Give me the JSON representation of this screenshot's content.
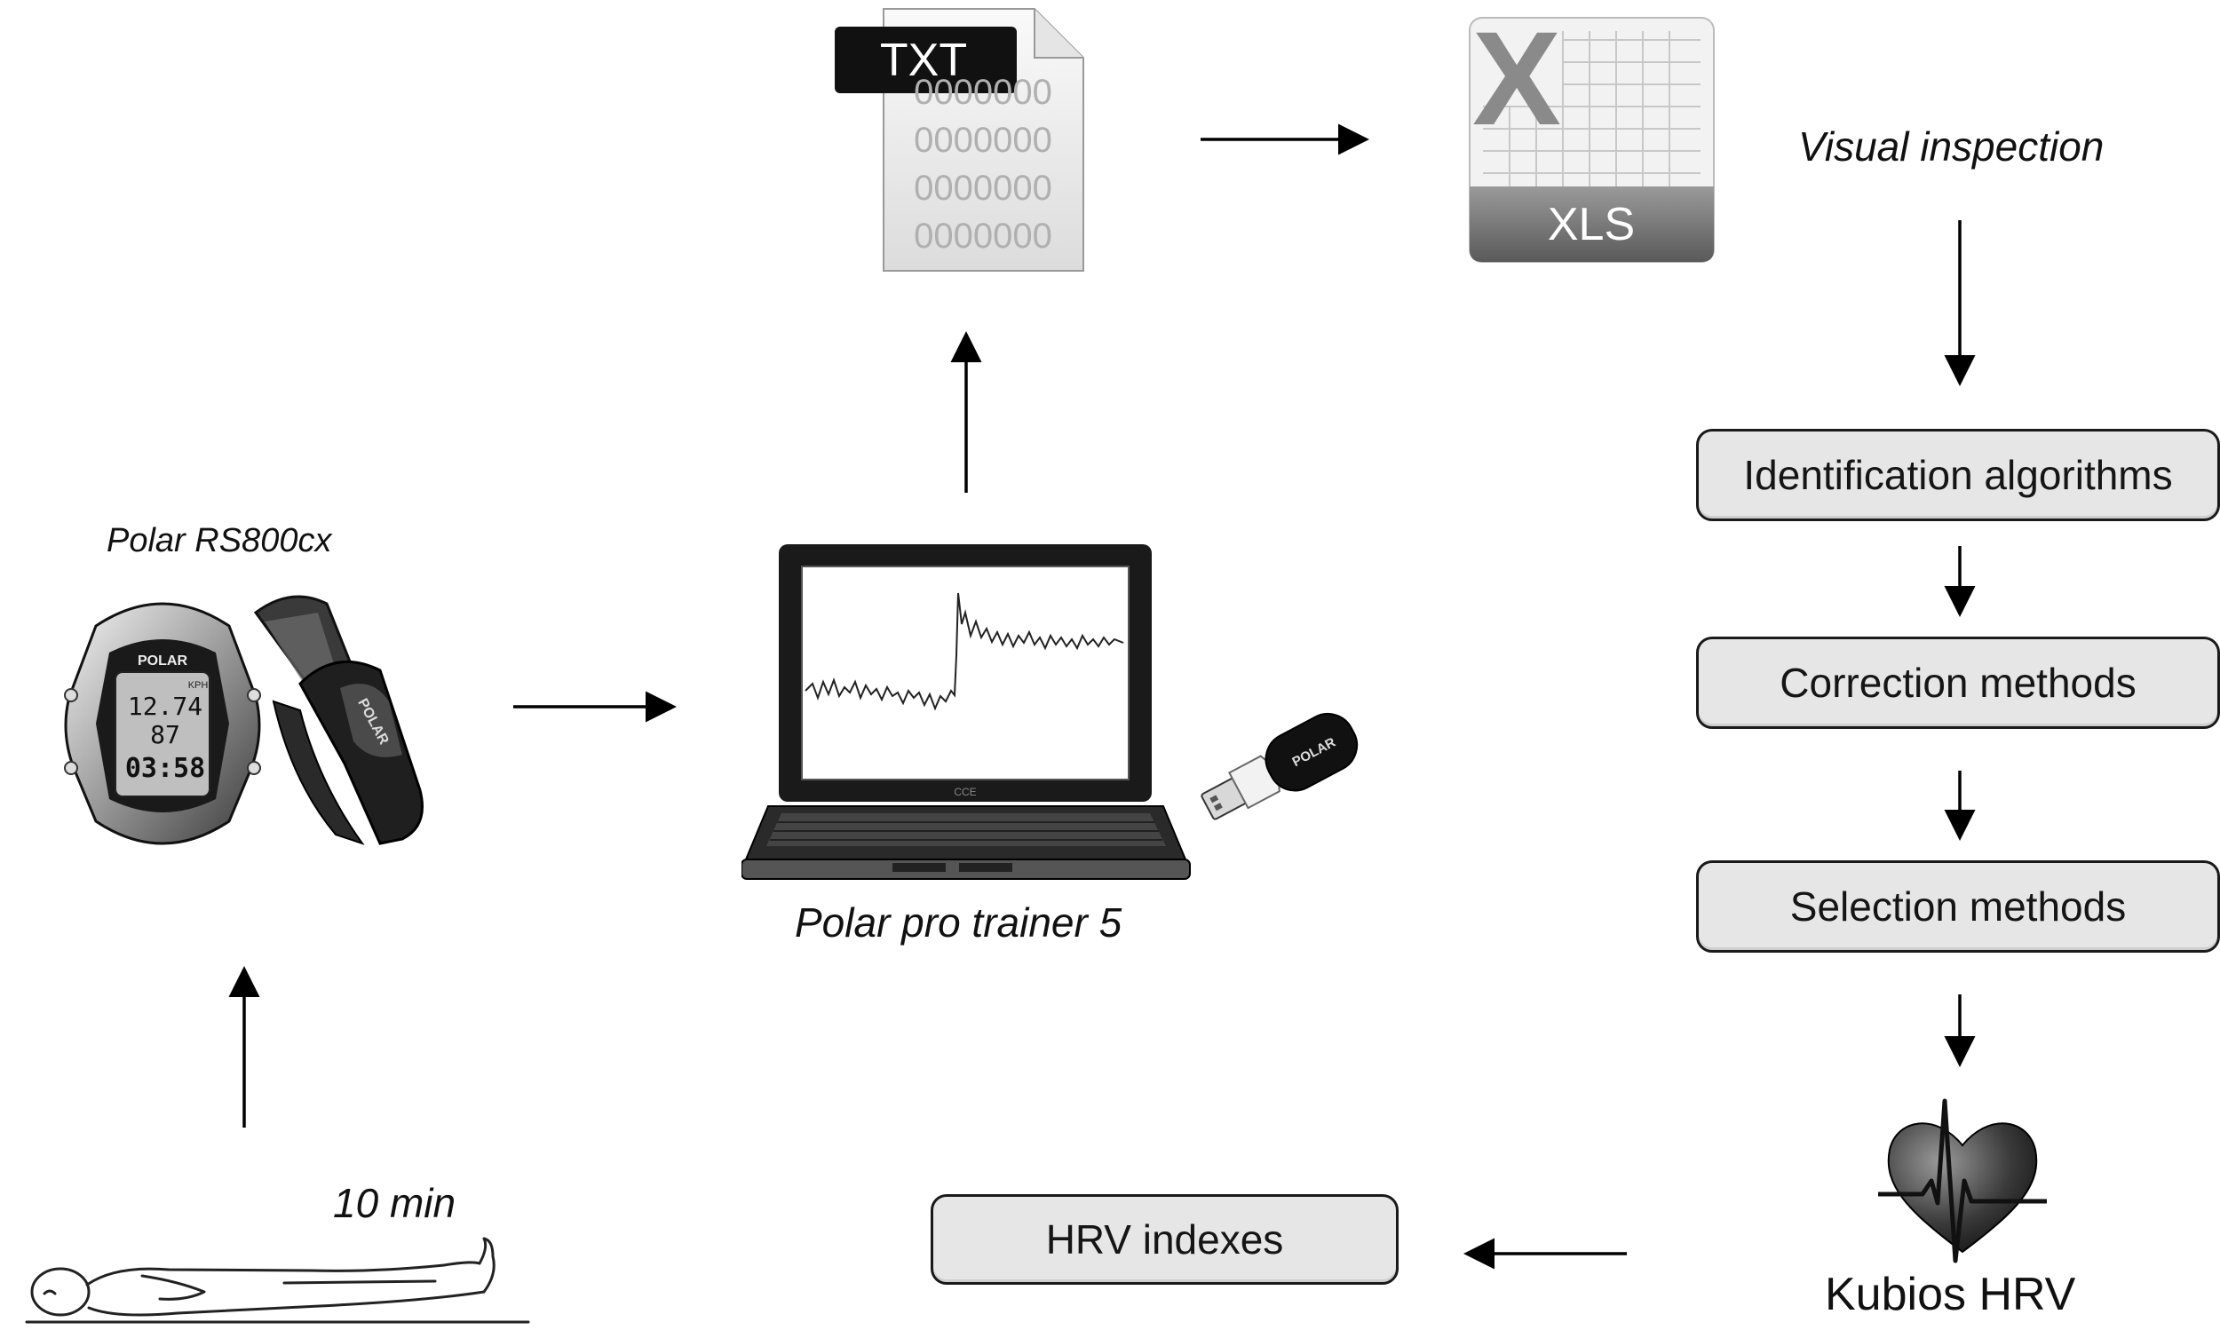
{
  "labels": {
    "polar_device": "Polar RS800cx",
    "software": "Polar pro trainer 5",
    "duration": "10 min",
    "visual_inspection": "Visual inspection",
    "kubios": "Kubios HRV"
  },
  "file_icons": {
    "txt": "TXT",
    "txt_digits": [
      "0000000",
      "0000000",
      "0000000",
      "0000000"
    ],
    "xls": "XLS"
  },
  "watch_display": {
    "brand": "POLAR",
    "line1": "12.74",
    "line2": "87",
    "line3": "03:58",
    "unit": "KPH"
  },
  "strap_brand": "POLAR",
  "usb_brand": "POLAR",
  "laptop_brand": "CCE",
  "process_boxes": [
    "Identification algorithms",
    "Correction methods",
    "Selection methods"
  ],
  "output_box": "HRV indexes",
  "icons": [
    "person-lying-icon",
    "watch-icon",
    "chest-strap-icon",
    "laptop-icon",
    "usb-icon",
    "txt-file-icon",
    "xls-file-icon",
    "heart-ecg-icon"
  ]
}
